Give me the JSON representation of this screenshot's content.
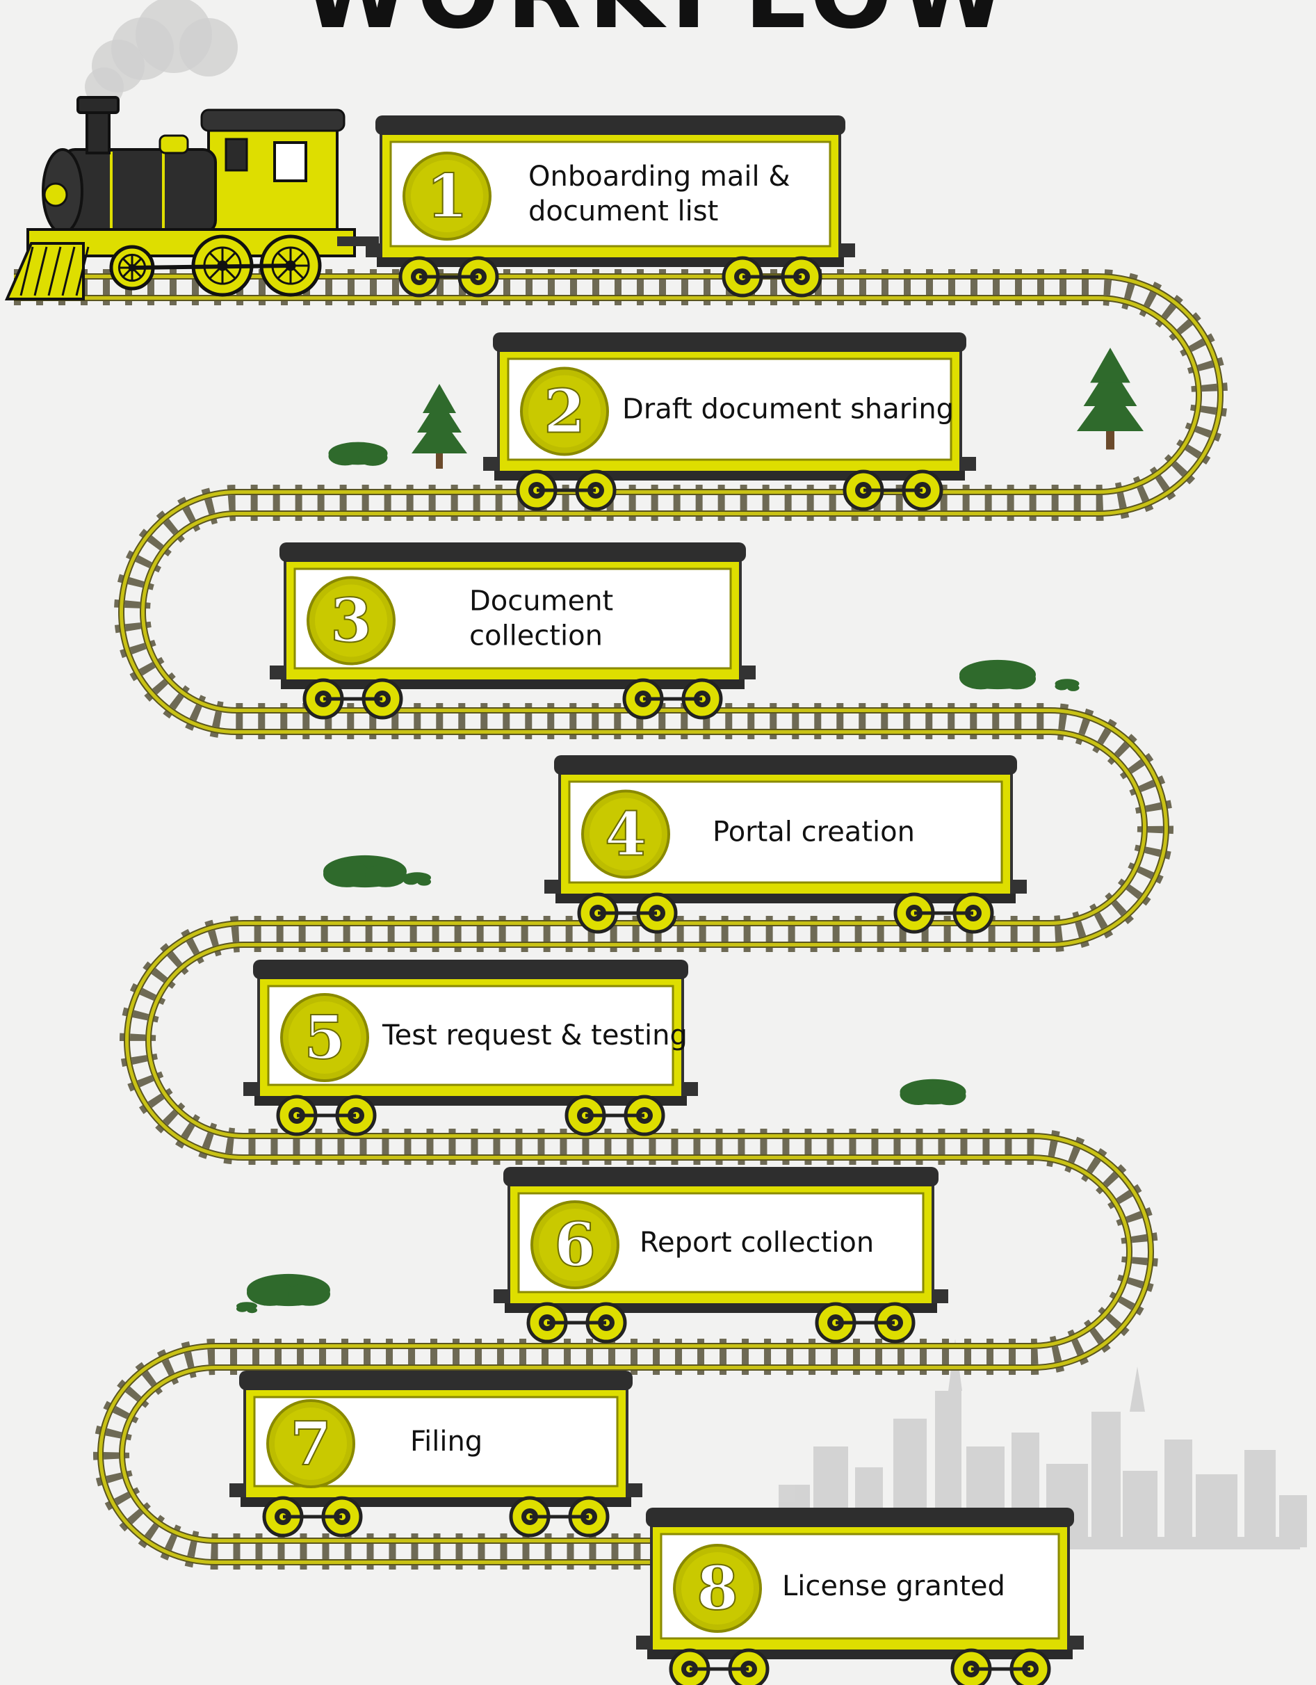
{
  "title": "WORKFLOW",
  "colors": {
    "accent": "#dede00",
    "accent_dark": "#8a8a00",
    "roof": "#2e2e2e",
    "rail": "#c9c215",
    "sleeper": "#6e6a55",
    "tree": "#2f6a2c",
    "city": "#d2d2d2",
    "smoke": "#d0d0d0"
  },
  "steps": [
    {
      "number": "1",
      "lines": [
        "Onboarding mail &",
        "document list"
      ]
    },
    {
      "number": "2",
      "lines": [
        "Draft document sharing"
      ]
    },
    {
      "number": "3",
      "lines": [
        "Document",
        "collection"
      ]
    },
    {
      "number": "4",
      "lines": [
        "Portal creation"
      ]
    },
    {
      "number": "5",
      "lines": [
        "Test request & testing"
      ]
    },
    {
      "number": "6",
      "lines": [
        "Report  collection"
      ]
    },
    {
      "number": "7",
      "lines": [
        "Filing"
      ]
    },
    {
      "number": "8",
      "lines": [
        "License granted"
      ]
    }
  ]
}
